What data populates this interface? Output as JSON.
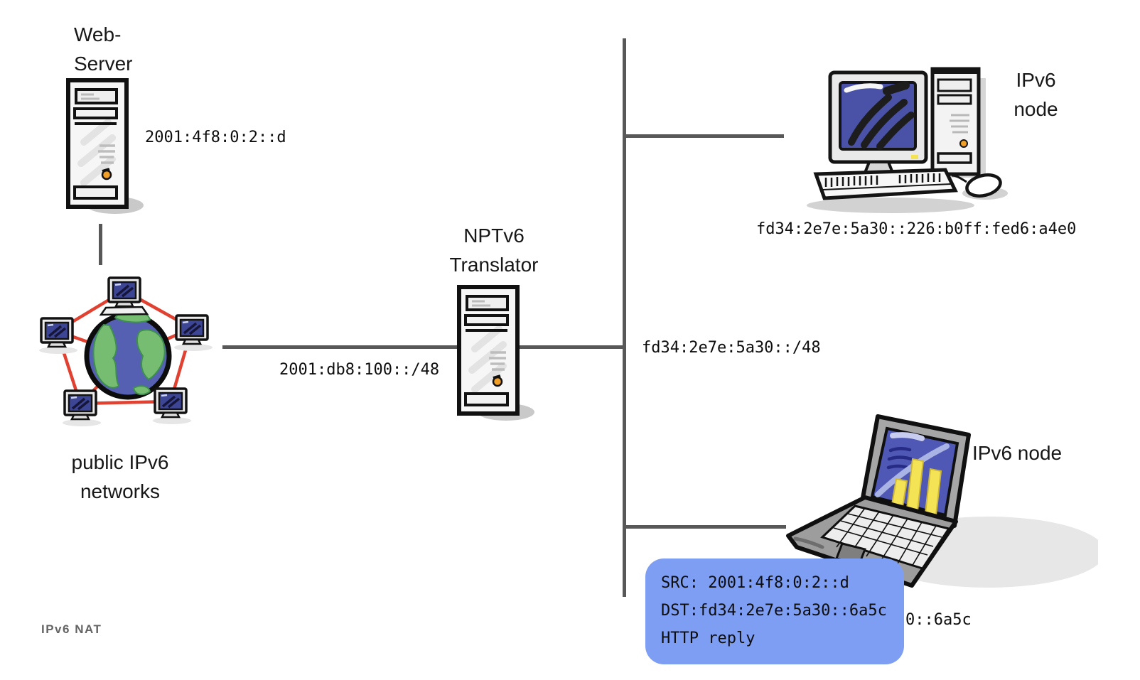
{
  "diagram": {
    "watermark": "IPv6 NAT"
  },
  "web_server": {
    "label_line1": "Web-",
    "label_line2": "Server",
    "address": "2001:4f8:0:2::d"
  },
  "public_networks": {
    "label_line1": "public IPv6",
    "label_line2": "networks"
  },
  "translator": {
    "label_line1": "NPTv6",
    "label_line2": "Translator"
  },
  "links": {
    "public_prefix": "2001:db8:100::/48",
    "internal_prefix": "fd34:2e7e:5a30::/48"
  },
  "node_top": {
    "label_line1": "IPv6",
    "label_line2": "node",
    "address": "fd34:2e7e:5a30::226:b0ff:fed6:a4e0"
  },
  "node_bottom": {
    "label": "IPv6 node",
    "address_visible_fragment": "0::6a5c"
  },
  "packet_callout": {
    "src_line": "SRC: 2001:4f8:0:2::d",
    "dst_line": "DST:fd34:2e7e:5a30::6a5c",
    "payload_line": "HTTP reply"
  },
  "icons": [
    "server-tower-icon",
    "globe-network-cluster-icon",
    "desktop-computer-icon",
    "laptop-computer-icon"
  ],
  "colors": {
    "network_line": "#585858",
    "cluster_link_red": "#e04130",
    "globe_ocean_blue": "#5560b2",
    "globe_land_green": "#76bd72",
    "monitor_screen_blue": "#4a52a8",
    "laptop_screen_blue": "#4f58b4",
    "chart_bar_yellow": "#f4e455",
    "callout_background": "#7e9ef3",
    "power_led_orange": "#f0a028",
    "watermark_gray": "#646464"
  }
}
